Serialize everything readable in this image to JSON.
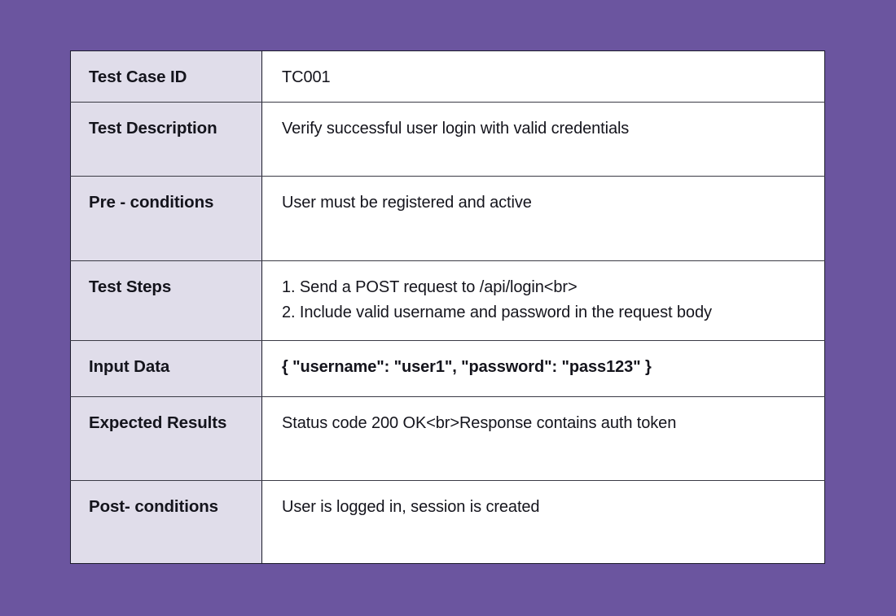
{
  "page": {
    "background_color": "#6B559F",
    "table_background": "#ffffff",
    "label_column_color": "#E0DDEA",
    "border_color": "#1b1b2b",
    "text_color": "#14141c"
  },
  "table": {
    "rows": [
      {
        "label": "Test Case ID",
        "value_lines": [
          "TC001"
        ],
        "bold_value": false,
        "height": 63
      },
      {
        "label": "Test Description",
        "value_lines": [
          "Verify successful user login with valid credentials"
        ],
        "bold_value": false,
        "height": 91
      },
      {
        "label": "Pre - conditions",
        "value_lines": [
          "User must be registered and active"
        ],
        "bold_value": false,
        "height": 104
      },
      {
        "label": "Test Steps",
        "value_lines": [
          "1. Send a POST request to /api/login<br>",
          "2. Include valid username and password in the request body"
        ],
        "bold_value": false,
        "height": 98
      },
      {
        "label": "Input Data",
        "value_lines": [
          "{ \"username\": \"user1\", \"password\": \"pass123\" }"
        ],
        "bold_value": true,
        "height": 69
      },
      {
        "label": "Expected Results",
        "value_lines": [
          "Status code 200 OK<br>Response contains auth token"
        ],
        "bold_value": false,
        "height": 103
      },
      {
        "label": "Post- conditions",
        "value_lines": [
          "User is logged in, session is created"
        ],
        "bold_value": false,
        "height": 102
      }
    ]
  }
}
